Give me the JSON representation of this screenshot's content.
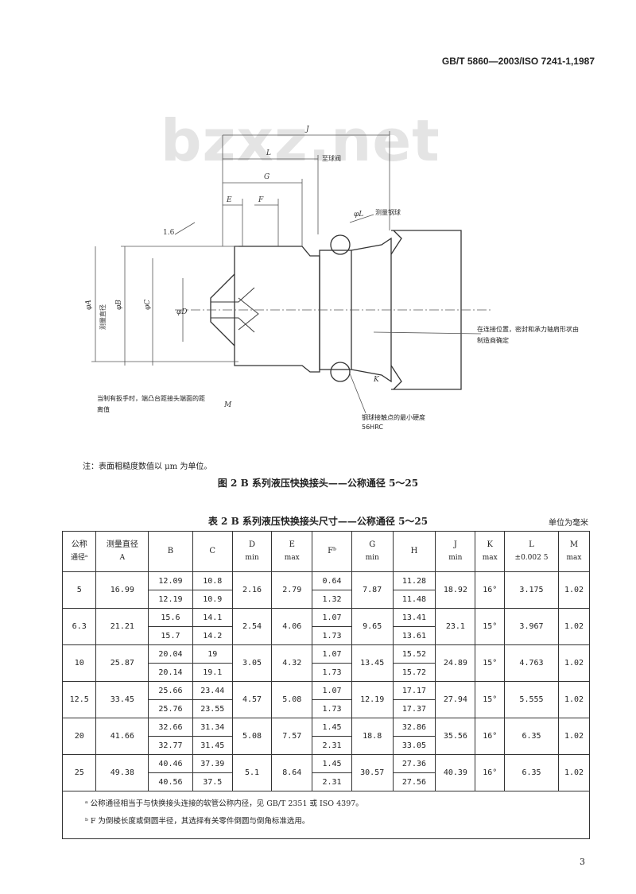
{
  "header": {
    "standard_id": "GB/T 5860—2003/ISO 7241-1,1987"
  },
  "watermark": "bzxz.net",
  "figure": {
    "labels": {
      "J": "J",
      "L": "L",
      "G": "G",
      "E": "E",
      "F": "F",
      "ball_groove": "至球阀",
      "phiL": "φL",
      "measure_ball": "测量钢球",
      "roughness": "1.6",
      "phiA": "φA",
      "measure_dia": "测量直径",
      "phiB": "φB",
      "phiC": "φC",
      "phiD": "φD",
      "K": "K",
      "M": "M",
      "note_locate": "在连接位置，密封和承力轴肩形状由制造商确定",
      "note_wrench": "当制有扳手时，端凸台距接头端面的距离值",
      "note_hardness": "钢球接触点的最小硬度",
      "hardness_val": "56HRC"
    },
    "note": "注：表面粗糙度数值以 μm 为单位。",
    "caption": "图 2  B 系列液压快换接头——公称通径 5～25"
  },
  "table": {
    "caption": "表 2  B 系列液压快换接头尺寸——公称通径 5～25",
    "unit": "单位为毫米",
    "headers": [
      {
        "l1": "公称",
        "l2": "通径ᵃ"
      },
      {
        "l1": "测量直径",
        "l2": "A"
      },
      {
        "l1": "B",
        "l2": ""
      },
      {
        "l1": "C",
        "l2": ""
      },
      {
        "l1": "D",
        "l2": "min"
      },
      {
        "l1": "E",
        "l2": "max"
      },
      {
        "l1": "Fᵇ",
        "l2": ""
      },
      {
        "l1": "G",
        "l2": "min"
      },
      {
        "l1": "H",
        "l2": ""
      },
      {
        "l1": "J",
        "l2": "min"
      },
      {
        "l1": "K",
        "l2": "max"
      },
      {
        "l1": "L",
        "l2": "±0.002 5"
      },
      {
        "l1": "M",
        "l2": "max"
      }
    ],
    "rows": [
      {
        "dn": "5",
        "a": "16.99",
        "b": [
          "12.09",
          "12.19"
        ],
        "c": [
          "10.8",
          "10.9"
        ],
        "d": "2.16",
        "e": "2.79",
        "f": [
          "0.64",
          "1.32"
        ],
        "g": "7.87",
        "h": [
          "11.28",
          "11.48"
        ],
        "j": "18.92",
        "k": "16°",
        "l": "3.175",
        "m": "1.02"
      },
      {
        "dn": "6.3",
        "a": "21.21",
        "b": [
          "15.6",
          "15.7"
        ],
        "c": [
          "14.1",
          "14.2"
        ],
        "d": "2.54",
        "e": "4.06",
        "f": [
          "1.07",
          "1.73"
        ],
        "g": "9.65",
        "h": [
          "13.41",
          "13.61"
        ],
        "j": "23.1",
        "k": "15°",
        "l": "3.967",
        "m": "1.02"
      },
      {
        "dn": "10",
        "a": "25.87",
        "b": [
          "20.04",
          "20.14"
        ],
        "c": [
          "19",
          "19.1"
        ],
        "d": "3.05",
        "e": "4.32",
        "f": [
          "1.07",
          "1.73"
        ],
        "g": "13.45",
        "h": [
          "15.52",
          "15.72"
        ],
        "j": "24.89",
        "k": "15°",
        "l": "4.763",
        "m": "1.02"
      },
      {
        "dn": "12.5",
        "a": "33.45",
        "b": [
          "25.66",
          "25.76"
        ],
        "c": [
          "23.44",
          "23.55"
        ],
        "d": "4.57",
        "e": "5.08",
        "f": [
          "1.07",
          "1.73"
        ],
        "g": "12.19",
        "h": [
          "17.17",
          "17.37"
        ],
        "j": "27.94",
        "k": "15°",
        "l": "5.555",
        "m": "1.02"
      },
      {
        "dn": "20",
        "a": "41.66",
        "b": [
          "32.66",
          "32.77"
        ],
        "c": [
          "31.34",
          "31.45"
        ],
        "d": "5.08",
        "e": "7.57",
        "f": [
          "1.45",
          "2.31"
        ],
        "g": "18.8",
        "h": [
          "32.86",
          "33.05"
        ],
        "j": "35.56",
        "k": "16°",
        "l": "6.35",
        "m": "1.02"
      },
      {
        "dn": "25",
        "a": "49.38",
        "b": [
          "40.46",
          "40.56"
        ],
        "c": [
          "37.39",
          "37.5"
        ],
        "d": "5.1",
        "e": "8.64",
        "f": [
          "1.45",
          "2.31"
        ],
        "g": "30.57",
        "h": [
          "27.36",
          "27.56"
        ],
        "j": "40.39",
        "k": "16°",
        "l": "6.35",
        "m": "1.02"
      }
    ],
    "footnotes": [
      "ᵃ  公称通径相当于与快换接头连接的软管公称内径，见 GB/T 2351 或 ISO 4397。",
      "ᵇ  F 为倒棱长度或倒圆半径，其选择有关零件倒圆与倒角标准选用。"
    ]
  },
  "page_number": "3"
}
